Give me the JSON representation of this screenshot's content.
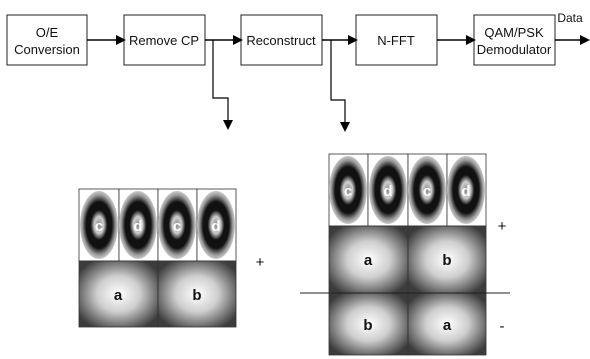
{
  "pipeline": {
    "blocks": [
      {
        "lines": [
          "O/E",
          "Conversion"
        ]
      },
      {
        "lines": [
          "Remove CP"
        ]
      },
      {
        "lines": [
          "Reconstruct"
        ]
      },
      {
        "lines": [
          "N-FFT"
        ]
      },
      {
        "lines": [
          "QAM/PSK",
          "Demodulator"
        ]
      }
    ],
    "output_label": "Data"
  },
  "left_figure": {
    "top_cells": [
      "c",
      "d",
      "c",
      "d"
    ],
    "bottom_cells": [
      "a",
      "b"
    ]
  },
  "plus_between": "+",
  "right_figure": {
    "top_cells": [
      "c",
      "d",
      "c",
      "d"
    ],
    "middle_cells": [
      "a",
      "b"
    ],
    "bottom_cells": [
      "b",
      "a"
    ],
    "plus_sign": "+",
    "minus_sign": "-"
  }
}
